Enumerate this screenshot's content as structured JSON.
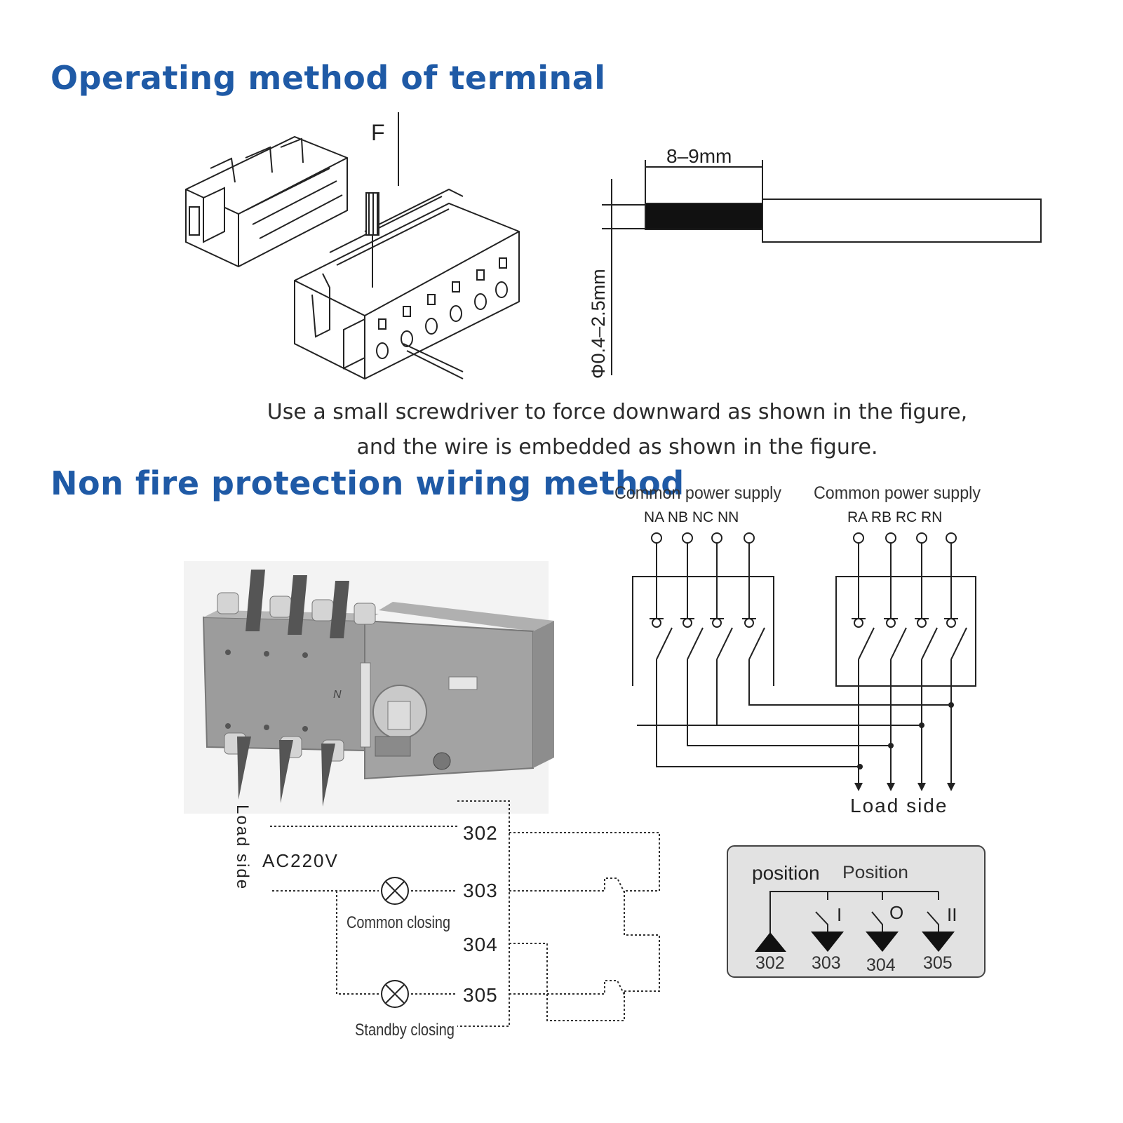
{
  "headings": {
    "operating": "Operating method of terminal",
    "wiring": "Non fire protection wiring method"
  },
  "caption": {
    "line1": "Use a small screwdriver to force downward as shown in the figure,",
    "line2": "and the wire is embedded as shown in the figure."
  },
  "terminal_figure": {
    "force_label": "F"
  },
  "wire_figure": {
    "strip_length": "8–9mm",
    "diameter": "Φ0.4–2.5mm"
  },
  "switch_diagram": {
    "common_supply_label": "Common power supply",
    "common_terminals": "NA NB NC NN",
    "standby_supply_label": "Common power supply",
    "standby_terminals": "RA RB RC RN",
    "load_side": "Load side"
  },
  "control_wiring": {
    "load_side": "Load side",
    "voltage": "AC220V",
    "terminals": [
      "302",
      "303",
      "304",
      "305"
    ],
    "lamp_common": "Common closing",
    "lamp_standby": "Standby closing"
  },
  "position_box": {
    "title_lower": "position",
    "title_upper": "Position",
    "positions": [
      "I",
      "O",
      "II"
    ],
    "terminals": [
      "302",
      "303",
      "304",
      "305"
    ]
  },
  "colors": {
    "heading": "#1f5aa6",
    "device_body": "#9a9a9a"
  }
}
